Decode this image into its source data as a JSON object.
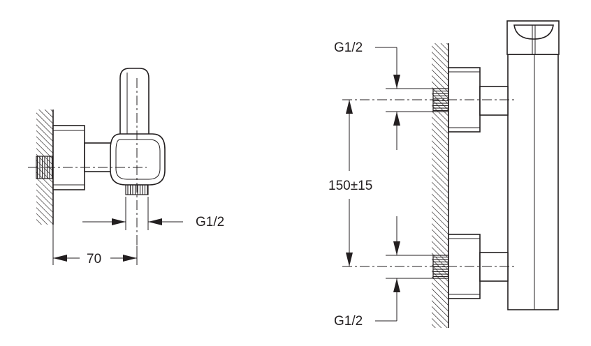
{
  "side_view": {
    "dim_center_to_wall": "70",
    "outlet_thread": "G1/2"
  },
  "front_view": {
    "top_inlet_thread": "G1/2",
    "spacing": "150±15",
    "bottom_inlet_thread": "G1/2"
  },
  "colors": {
    "line": "#231f20",
    "background": "#ffffff"
  }
}
